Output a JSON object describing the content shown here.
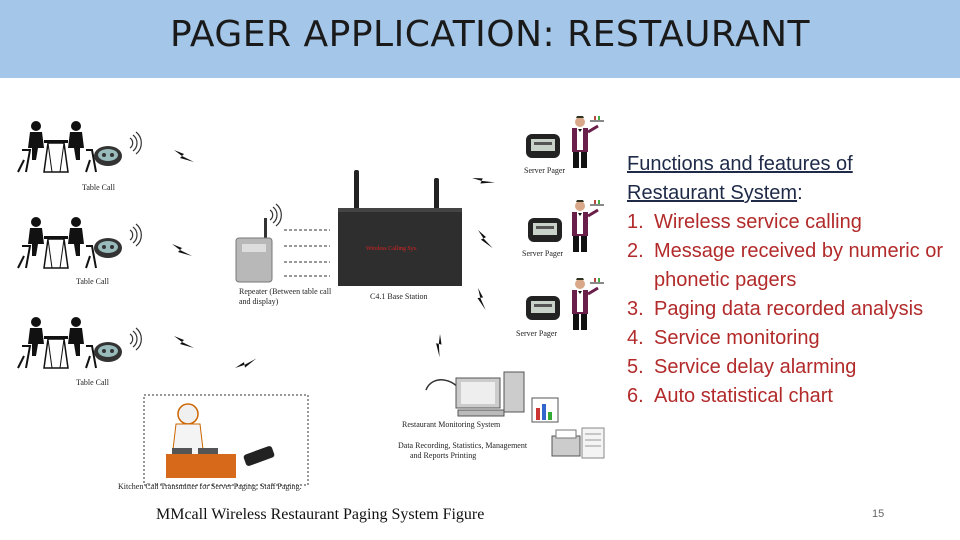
{
  "slide": {
    "title": "PAGER APPLICATION: RESTAURANT",
    "page_number": "15"
  },
  "figure": {
    "caption": "MMcall Wireless Restaurant Paging System Figure",
    "labels": {
      "table_call": "Table Call",
      "server_pager_1": "Server Pager",
      "server_pager_2": "Server Pager",
      "server_pager_3": "Server Pager",
      "repeater_line1": "Repeater (Between table call",
      "repeater_line2": "and display)",
      "base_station": "C4.1 Base Station",
      "base_device_text": "Wireless Calling Sys.",
      "monitoring": "Restaurant Monitoring System",
      "data_line1": "Data Recording, Statistics, Management",
      "data_line2": "and Reports Printing",
      "kitchen": "Kitchen Call Transmitter for Server Paging, Staff Paging."
    }
  },
  "panel": {
    "heading_part1": "Functions and features of",
    "heading_part2": "Restaurant System",
    "heading_colon": ":",
    "features": [
      {
        "num": "1.",
        "text": "Wireless service calling"
      },
      {
        "num": "2.",
        "text": "Message received by numeric or phonetic pagers"
      },
      {
        "num": "3.",
        "text": "Paging data recorded analysis"
      },
      {
        "num": "4.",
        "text": "Service monitoring"
      },
      {
        "num": "5.",
        "text": "Service delay alarming"
      },
      {
        "num": "6.",
        "text": "Auto statistical chart"
      }
    ]
  },
  "colors": {
    "header_bg": "#a4c6e8",
    "feature_text": "#b22a2a",
    "heading_text": "#1e2a48"
  }
}
